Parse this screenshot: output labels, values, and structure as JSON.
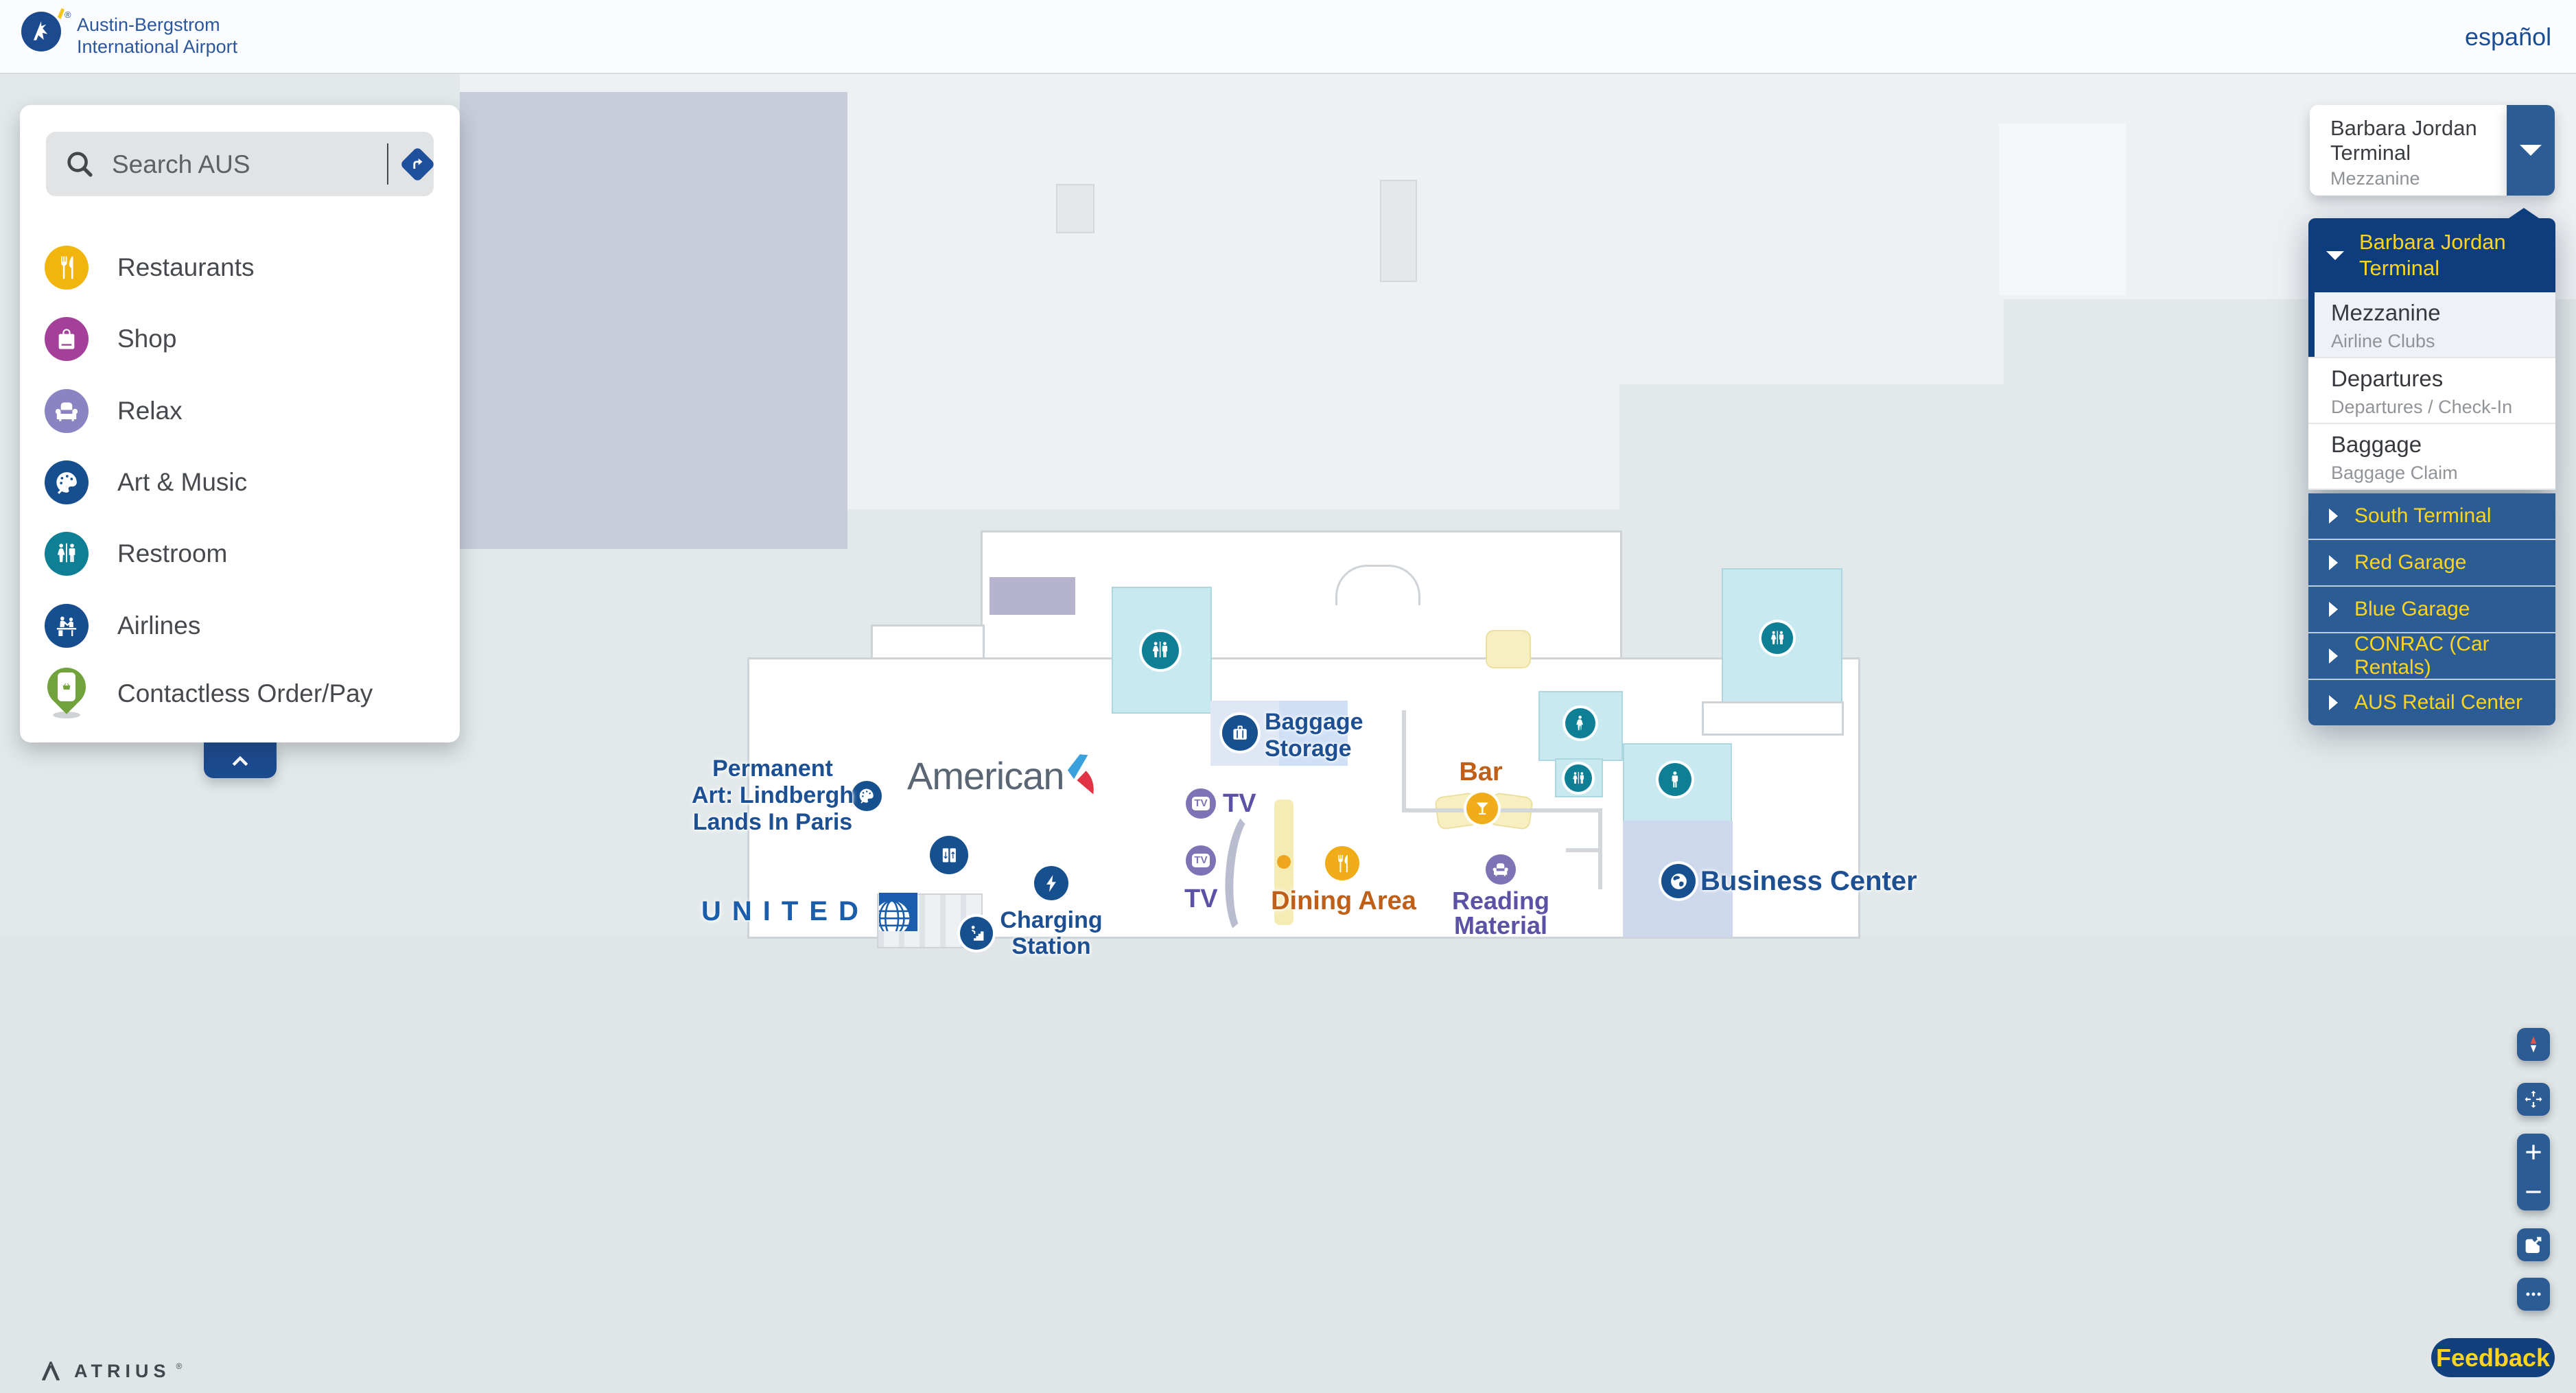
{
  "header": {
    "brand_line1": "Austin-Bergstrom",
    "brand_line2": "International Airport",
    "brand_registered": "®",
    "language": "español"
  },
  "search": {
    "placeholder": "Search AUS"
  },
  "sidebar": {
    "items": [
      {
        "label": "Restaurants",
        "icon": "utensils-icon",
        "color": "#F2B50D"
      },
      {
        "label": "Shop",
        "icon": "shopping-bag-icon",
        "color": "#A4409A"
      },
      {
        "label": "Relax",
        "icon": "armchair-icon",
        "color": "#8B84C2"
      },
      {
        "label": "Art & Music",
        "icon": "palette-icon",
        "color": "#174E90"
      },
      {
        "label": "Restroom",
        "icon": "restroom-icon",
        "color": "#0F7F96"
      },
      {
        "label": "Airlines",
        "icon": "checkin-desk-icon",
        "color": "#174E90"
      },
      {
        "label": "Contactless Order/Pay",
        "icon": "order-pay-pin-icon",
        "color": "#71A23B"
      }
    ]
  },
  "floor_selector": {
    "terminal_line1": "Barbara Jordan",
    "terminal_line2": "Terminal",
    "floor": "Mezzanine"
  },
  "terminal_menu": {
    "terminal_line1": "Barbara Jordan",
    "terminal_line2": "Terminal",
    "floors": [
      {
        "name": "Mezzanine",
        "description": "Airline Clubs",
        "selected": true
      },
      {
        "name": "Departures",
        "description": "Departures / Check-In",
        "selected": false
      },
      {
        "name": "Baggage",
        "description": "Baggage Claim",
        "selected": false
      }
    ],
    "locations": [
      "South Terminal",
      "Red Garage",
      "Blue Garage",
      "CONRAC (Car Rentals)",
      "AUS Retail Center"
    ]
  },
  "map": {
    "permanent_art": {
      "line1": "Permanent",
      "line2": "Art: Lindbergh",
      "line3": "Lands In Paris"
    },
    "american": "American",
    "united": "UNITED",
    "charging": {
      "line1": "Charging",
      "line2": "Station"
    },
    "baggage_storage": {
      "line1": "Baggage",
      "line2": "Storage"
    },
    "tv_icon_text": "TV",
    "tv_label_1": "TV",
    "tv_label_2": "TV",
    "dining_area": "Dining Area",
    "bar": "Bar",
    "reading": {
      "line1": "Reading",
      "line2": "Material"
    },
    "business_center": "Business Center"
  },
  "feedback": {
    "label": "Feedback"
  },
  "footer": {
    "brand": "ATRIUS",
    "registered": "®"
  },
  "colors": {
    "navy": "#17508F",
    "teal": "#0F7F96",
    "gold": "#F0AD19",
    "purple": "#7D73B5",
    "green": "#71A23B",
    "magenta": "#A4409A",
    "lavender": "#8B84C2",
    "panel_blue": "#2B5C94",
    "panel_navy": "#0E3D7D",
    "menu_yellow": "#FFD41F",
    "link_blue": "#1C4C92",
    "label_navy": "#1D4F93",
    "label_orange": "#C05F17",
    "label_purple": "#5B51A5",
    "compass_red": "#E0564A"
  }
}
